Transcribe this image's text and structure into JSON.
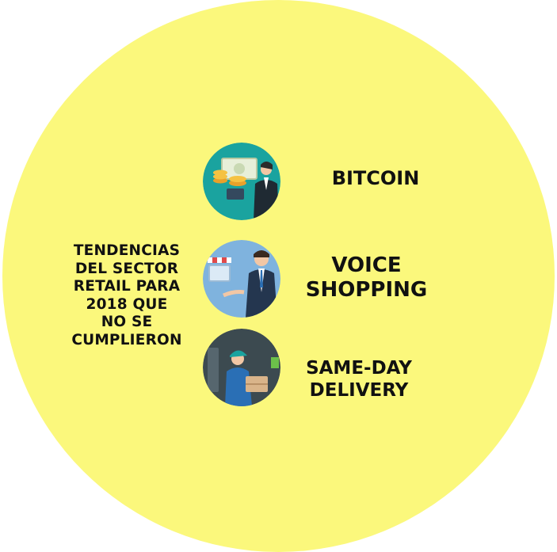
{
  "title": "TENDENCIAS\nDEL SECTOR\nRETAIL PARA\n2018 QUE\nNO SE\nCUMPLIERON",
  "items": [
    {
      "label": "BITCOIN",
      "icon": "bitcoin-money-icon"
    },
    {
      "label": "VOICE\nSHOPPING",
      "icon": "voice-shopping-icon"
    },
    {
      "label": "SAME-DAY\nDELIVERY",
      "icon": "same-day-delivery-icon"
    }
  ],
  "colors": {
    "circle": "#fbf87c",
    "text": "#111111",
    "teal": "#1aa39f",
    "blue": "#7fb3de",
    "dark": "#3c4a50"
  }
}
